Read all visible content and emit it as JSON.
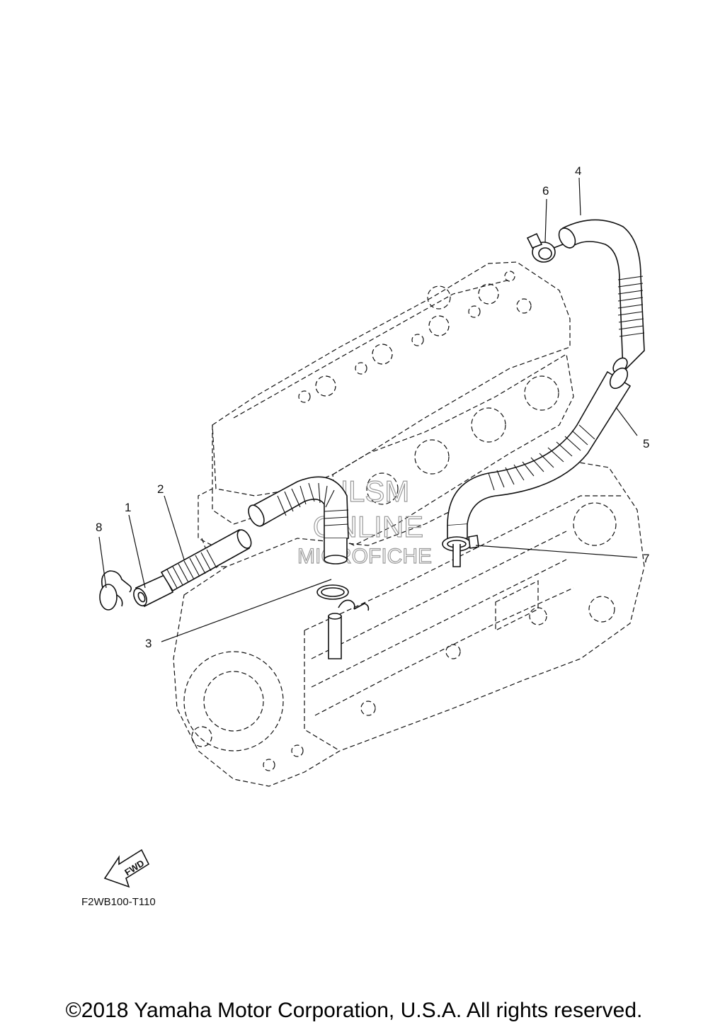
{
  "diagram": {
    "callouts": [
      {
        "id": "1",
        "label": "1"
      },
      {
        "id": "2",
        "label": "2"
      },
      {
        "id": "3",
        "label": "3"
      },
      {
        "id": "4",
        "label": "4"
      },
      {
        "id": "5",
        "label": "5"
      },
      {
        "id": "6",
        "label": "6"
      },
      {
        "id": "7",
        "label": "7"
      },
      {
        "id": "8",
        "label": "8"
      }
    ],
    "fwd_label": "FWD",
    "reference_code": "F2WB100-T110",
    "watermark": {
      "line1": "HLSM",
      "line2": "ONLINE",
      "line3": "MICROFICHE"
    }
  },
  "footer": {
    "copyright": "©2018 Yamaha Motor Corporation, U.S.A. All rights reserved."
  }
}
